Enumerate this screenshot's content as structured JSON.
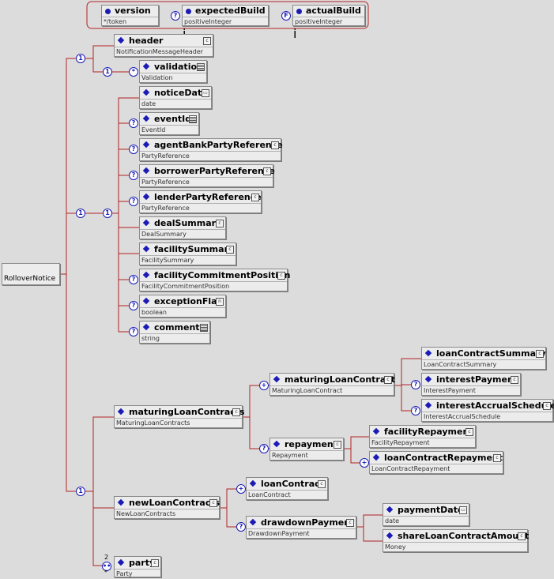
{
  "root": {
    "name": "RolloverNotice"
  },
  "attributes": [
    {
      "name": "version",
      "type": "*/token"
    },
    {
      "name": "expectedBuild",
      "type": "positiveInteger"
    },
    {
      "name": "actualBuild",
      "type": "positiveInteger"
    }
  ],
  "attribute_markers": [
    "?",
    "F"
  ],
  "cardinality": {
    "one": "1",
    "optional": "?",
    "unbounded": "*",
    "choice_min": "2",
    "many": "*"
  },
  "elements": {
    "header": {
      "name": "header",
      "type": "NotificationMessageHeader"
    },
    "validation": {
      "name": "validation",
      "type": "Validation"
    },
    "noticeDate": {
      "name": "noticeDate",
      "type": "date"
    },
    "eventId": {
      "name": "eventId",
      "type": "EventId"
    },
    "agentBankPartyReference": {
      "name": "agentBankPartyReference",
      "type": "PartyReference"
    },
    "borrowerPartyReference": {
      "name": "borrowerPartyReference",
      "type": "PartyReference"
    },
    "lenderPartyReference": {
      "name": "lenderPartyReference",
      "type": "PartyReference"
    },
    "dealSummary": {
      "name": "dealSummary",
      "type": "DealSummary"
    },
    "facilitySummary": {
      "name": "facilitySummary",
      "type": "FacilitySummary"
    },
    "facilityCommitmentPosition": {
      "name": "facilityCommitmentPosition",
      "type": "FacilityCommitmentPosition"
    },
    "exceptionFlag": {
      "name": "exceptionFlag",
      "type": "boolean"
    },
    "comments": {
      "name": "comments",
      "type": "string"
    },
    "maturingLoanContracts": {
      "name": "maturingLoanContracts",
      "type": "MaturingLoanContracts"
    },
    "maturingLoanContract": {
      "name": "maturingLoanContract",
      "type": "MaturingLoanContract"
    },
    "loanContractSummary": {
      "name": "loanContractSummary",
      "type": "LoanContractSummary"
    },
    "interestPayment": {
      "name": "interestPayment",
      "type": "InterestPayment"
    },
    "interestAccrualSchedule": {
      "name": "interestAccrualSchedule",
      "type": "InterestAccrualSchedule"
    },
    "repayment": {
      "name": "repayment",
      "type": "Repayment"
    },
    "facilityRepayment": {
      "name": "facilityRepayment",
      "type": "FacilityRepayment"
    },
    "loanContractRepayment": {
      "name": "loanContractRepayment",
      "type": "LoanContractRepayment"
    },
    "newLoanContracts": {
      "name": "newLoanContracts",
      "type": "NewLoanContracts"
    },
    "loanContract": {
      "name": "loanContract",
      "type": "LoanContract"
    },
    "drawdownPayment": {
      "name": "drawdownPayment",
      "type": "DrawdownPayment"
    },
    "paymentDate": {
      "name": "paymentDate",
      "type": "date"
    },
    "shareLoanContractAmount": {
      "name": "shareLoanContractAmount",
      "type": "Money"
    },
    "party": {
      "name": "party",
      "type": "Party"
    }
  },
  "colors": {
    "connector": "#b22222",
    "badge": "#1b1bb5",
    "box": "#ececec"
  }
}
